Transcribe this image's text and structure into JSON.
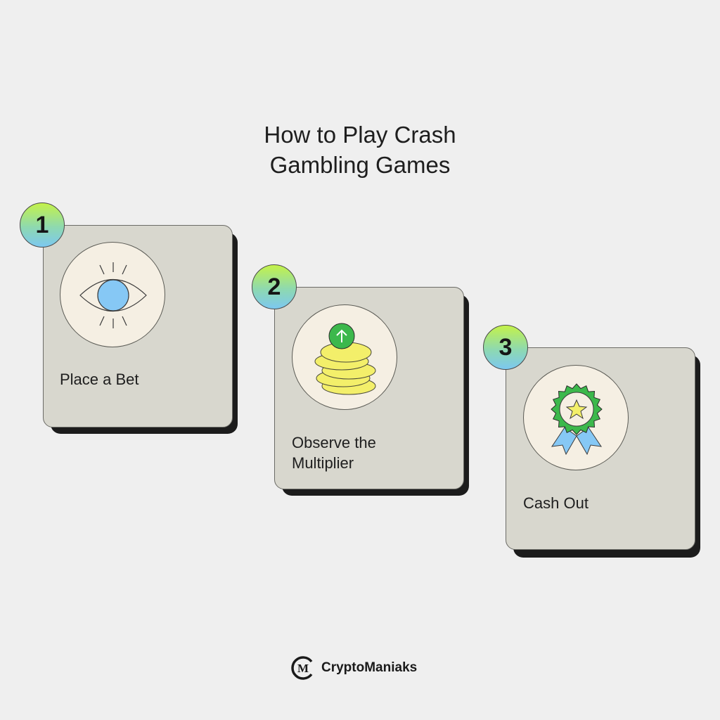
{
  "title_line1": "How to Play Crash",
  "title_line2": "Gambling Games",
  "steps": [
    {
      "number": "1",
      "label": "Place a Bet",
      "icon": "eye-icon"
    },
    {
      "number": "2",
      "label_line1": "Observe the",
      "label_line2": "Multiplier",
      "icon": "coin-stack-arrow-up-icon"
    },
    {
      "number": "3",
      "label": "Cash Out",
      "icon": "award-badge-icon"
    }
  ],
  "brand": {
    "name": "CryptoManiaks",
    "logo_letter": "M"
  },
  "colors": {
    "background": "#efefef",
    "card": "#d8d7ce",
    "icon_bg": "#f5efe3",
    "blue": "#86c8f5",
    "green": "#3cb84c",
    "yellow": "#f3ef6a"
  }
}
